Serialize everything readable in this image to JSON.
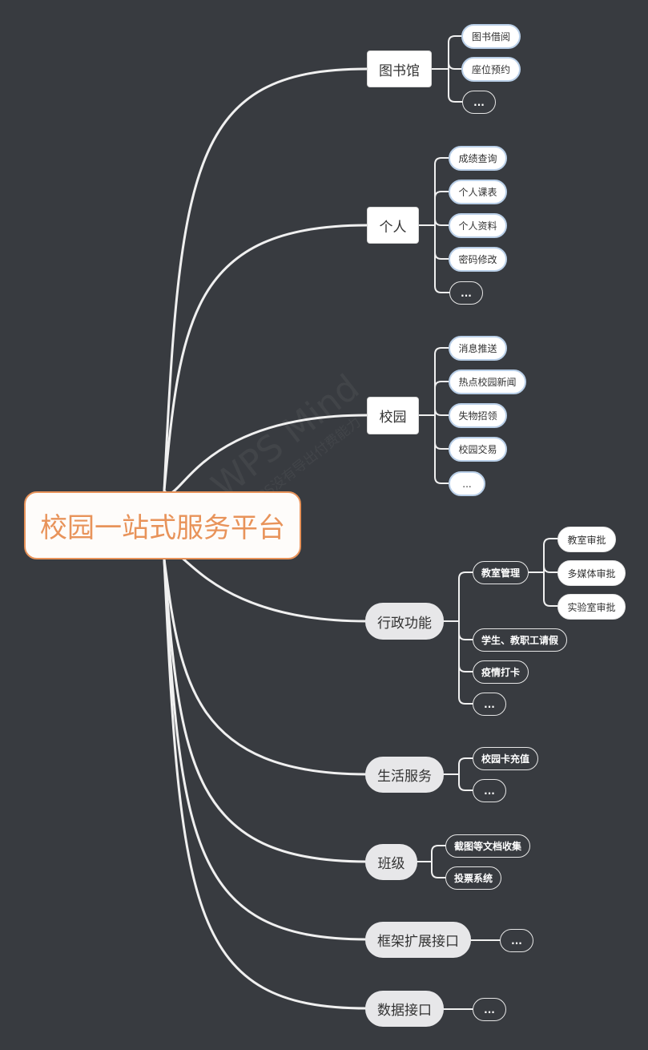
{
  "colors": {
    "background": "#383b40",
    "connector": "#f0f0f0",
    "root_accent": "#e8935a",
    "leaf_border_blue": "#b9cfe8"
  },
  "root": {
    "label": "校园一站式服务平台"
  },
  "watermark": {
    "line1": "WPS Mind",
    "line2": "WPS没有导出付费能力"
  },
  "branches": {
    "library": {
      "label": "图书馆",
      "items": [
        "图书借阅",
        "座位预约",
        "..."
      ]
    },
    "personal": {
      "label": "个人",
      "items": [
        "成绩查询",
        "个人课表",
        "个人资料",
        "密码修改",
        "..."
      ]
    },
    "campus": {
      "label": "校园",
      "items": [
        "消息推送",
        "热点校园新闻",
        "失物招领",
        "校园交易",
        "..."
      ]
    },
    "admin": {
      "label": "行政功能",
      "classroom": {
        "label": "教室管理",
        "items": [
          "教室审批",
          "多媒体审批",
          "实验室审批"
        ]
      },
      "items": [
        "学生、教职工请假",
        "疫情打卡",
        "..."
      ]
    },
    "life": {
      "label": "生活服务",
      "items": [
        "校园卡充值",
        "..."
      ]
    },
    "class": {
      "label": "班级",
      "items": [
        "截图等文档收集",
        "投票系统"
      ]
    },
    "framework": {
      "label": "框架扩展接口",
      "items": [
        "..."
      ]
    },
    "data_api": {
      "label": "数据接口",
      "items": [
        "..."
      ]
    }
  }
}
